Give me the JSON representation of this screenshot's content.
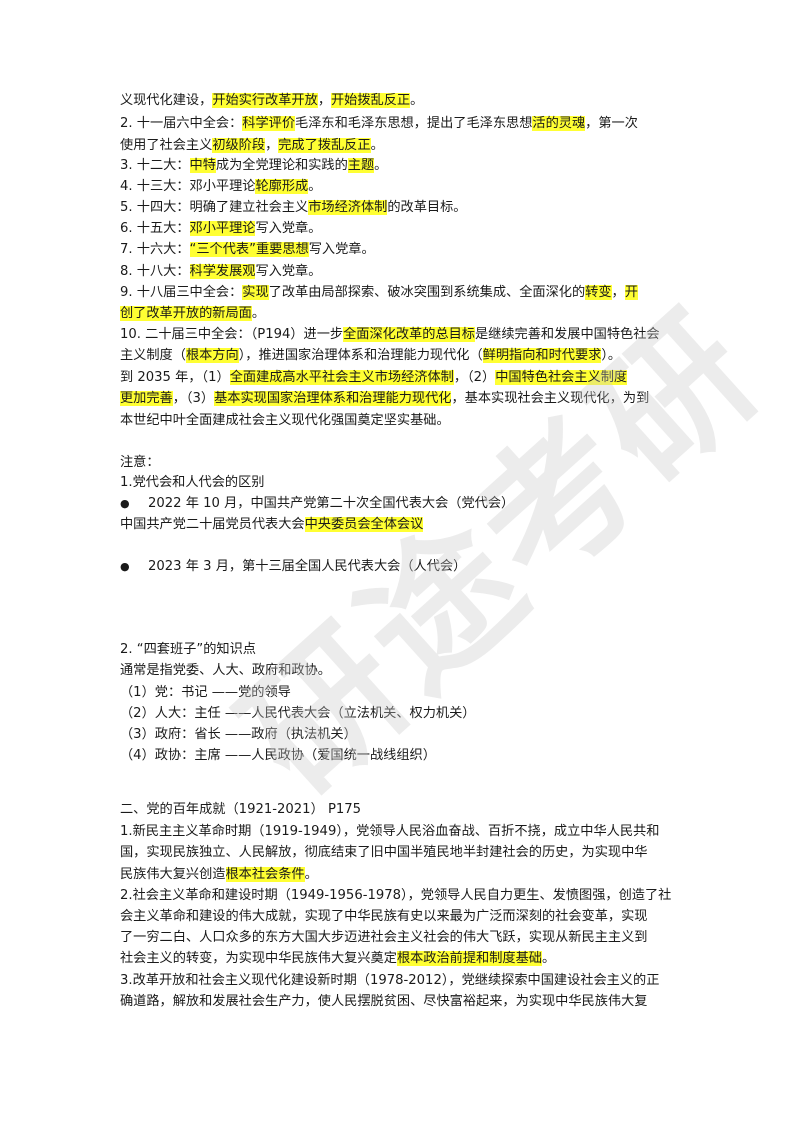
{
  "watermark": "研途考研",
  "lines": [
    [
      {
        "t": "义现代化建设，"
      },
      {
        "t": "开始实行改革开放",
        "h": 1
      },
      {
        "t": "，"
      },
      {
        "t": "开始拨乱反正",
        "h": 1
      },
      {
        "t": "。"
      }
    ],
    [
      {
        "t": "2.  十一届六中全会："
      },
      {
        "t": "科学评价",
        "h": 1
      },
      {
        "t": "毛泽东和毛泽东思想，提出了毛泽东思想"
      },
      {
        "t": "活的灵魂",
        "h": 1
      },
      {
        "t": "，第一次"
      }
    ],
    [
      {
        "t": "使用了社会主义"
      },
      {
        "t": "初级阶段",
        "h": 1
      },
      {
        "t": "，"
      },
      {
        "t": "完成了拨乱反正",
        "h": 1
      },
      {
        "t": "。"
      }
    ],
    [
      {
        "t": "3.  十二大："
      },
      {
        "t": "中特",
        "h": 1
      },
      {
        "t": "成为全党理论和实践的"
      },
      {
        "t": "主题",
        "h": 1
      },
      {
        "t": "。"
      }
    ],
    [
      {
        "t": "4.  十三大：邓小平理论"
      },
      {
        "t": "轮廓形成",
        "h": 1
      },
      {
        "t": "。"
      }
    ],
    [
      {
        "t": "5.  十四大：明确了建立社会主义"
      },
      {
        "t": "市场经济体制",
        "h": 1
      },
      {
        "t": "的改革目标。"
      }
    ],
    [
      {
        "t": "6.  十五大："
      },
      {
        "t": "邓小平理论",
        "h": 1
      },
      {
        "t": "写入党章。"
      }
    ],
    [
      {
        "t": "7.  十六大："
      },
      {
        "t": "“三个代表”重要思想",
        "h": 1
      },
      {
        "t": "写入党章。"
      }
    ],
    [
      {
        "t": "8.  十八大："
      },
      {
        "t": "科学发展观",
        "h": 1
      },
      {
        "t": "写入党章。"
      }
    ],
    [
      {
        "t": "9.  十八届三中全会："
      },
      {
        "t": "实现",
        "h": 1
      },
      {
        "t": "了改革由局部探索、破冰突围到系统集成、全面深化的"
      },
      {
        "t": "转变",
        "h": 1
      },
      {
        "t": "，"
      },
      {
        "t": "开",
        "h": 1
      }
    ],
    [
      {
        "t": "创了改革开放的新局面",
        "h": 1
      },
      {
        "t": "。"
      }
    ],
    [
      {
        "t": "10. 二十届三中全会：（P194）进一步"
      },
      {
        "t": "全面深化改革的总目标",
        "h": 1
      },
      {
        "t": "是继续完善和发展中国特色社会"
      }
    ],
    [
      {
        "t": "主义制度（"
      },
      {
        "t": "根本方向",
        "h": 1
      },
      {
        "t": "），推进国家治理体系和治理能力现代化（"
      },
      {
        "t": "鲜明指向和时代要求",
        "h": 1
      },
      {
        "t": "）。"
      }
    ],
    [
      {
        "t": "        到 2035 年，（1）"
      },
      {
        "t": "全面建成高水平社会主义市场经济体制",
        "h": 1
      },
      {
        "t": "，（2）"
      },
      {
        "t": "中国特色社会主义制度",
        "h": 1
      }
    ],
    [
      {
        "t": "更加完善",
        "h": 1
      },
      {
        "t": "，（3）"
      },
      {
        "t": "基本实现国家治理体系和治理能力现代化",
        "h": 1
      },
      {
        "t": "，基本实现社会主义现代化，为到"
      }
    ],
    [
      {
        "t": "本世纪中叶全面建成社会主义现代化强国奠定坚实基础。"
      }
    ],
    [
      {
        "t": "注意："
      }
    ],
    [
      {
        "t": "1.党代会和人代会的区别"
      }
    ],
    [
      {
        "b": 1
      },
      {
        "t": "2022 年 10 月，中国共产党第二十次全国代表大会（党代会）"
      }
    ],
    [
      {
        "t": "中国共产党二十届党员代表大会"
      },
      {
        "t": "中央委员会全体会议",
        "h": 1
      }
    ],
    [
      {
        "b": 1
      },
      {
        "t": "2023 年 3 月，第十三届全国人民代表大会（人代会）"
      }
    ],
    [
      {
        "t": "2.   “四套班子”的知识点"
      }
    ],
    [
      {
        "t": "        通常是指党委、人大、政府和政协。"
      }
    ],
    [
      {
        "t": "（1）党：书记          ——党的领导"
      }
    ],
    [
      {
        "t": "（2）人大：主任    ——人民代表大会（立法机关、权力机关）"
      }
    ],
    [
      {
        "t": "（3）政府：省长      ——政府（执法机关）"
      }
    ],
    [
      {
        "t": "（4）政协：主席    ——人民政协（爱国统一战线组织）"
      }
    ],
    [
      {
        "t": "二、党的百年成就（1921-2021）  P175"
      }
    ],
    [
      {
        "t": "1.新民主主义革命时期（1919-1949），党领导人民浴血奋战、百折不挠，成立中华人民共和"
      }
    ],
    [
      {
        "t": "国，实现民族独立、人民解放，彻底结束了旧中国半殖民地半封建社会的历史，为实现中华"
      }
    ],
    [
      {
        "t": "民族伟大复兴创造"
      },
      {
        "t": "根本社会条件",
        "h": 1
      },
      {
        "t": "。"
      }
    ],
    [
      {
        "t": "2.社会主义革命和建设时期（1949-1956-1978），党领导人民自力更生、发愤图强，创造了社"
      }
    ],
    [
      {
        "t": "会主义革命和建设的伟大成就，实现了中华民族有史以来最为广泛而深刻的社会变革，实现"
      }
    ],
    [
      {
        "t": "了一穷二白、人口众多的东方大国大步迈进社会主义社会的伟大飞跃，实现从新民主主义到"
      }
    ],
    [
      {
        "t": "社会主义的转变，为实现中华民族伟大复兴奠定"
      },
      {
        "t": "根本政治前提和制度基础",
        "h": 1
      },
      {
        "t": "。"
      }
    ],
    [
      {
        "t": "3.改革开放和社会主义现代化建设新时期（1978-2012），党继续探索中国建设社会主义的正"
      }
    ],
    [
      {
        "t": "确道路，解放和发展社会生产力，使人民摆脱贫困、尽快富裕起来，为实现中华民族伟大复"
      }
    ]
  ]
}
